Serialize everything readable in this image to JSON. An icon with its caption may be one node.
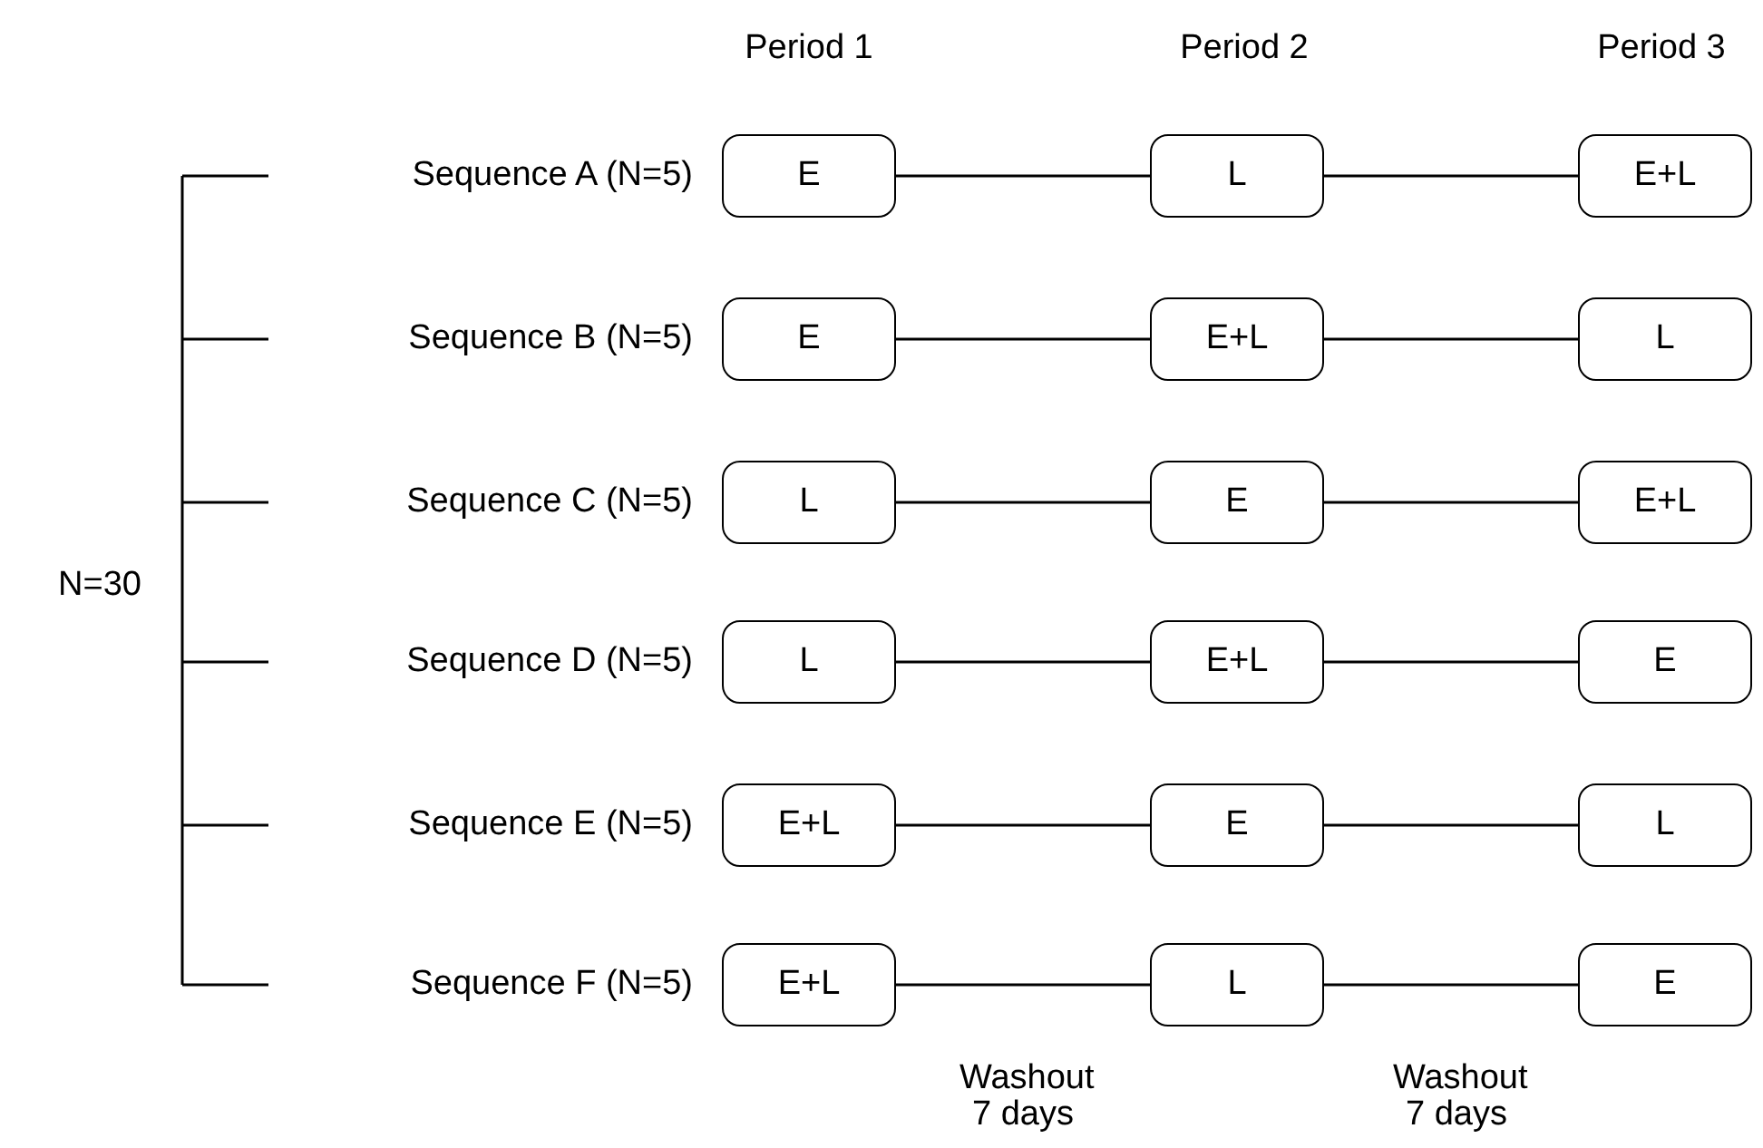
{
  "diagram": {
    "nodes": [
      {
        "text": [
          "N=30"
        ]
      },
      {
        "text": [
          "Sequence A (N=5)"
        ]
      },
      {
        "text": [
          "E"
        ]
      },
      {
        "text": [
          "L"
        ]
      },
      {
        "text": [
          "E+L"
        ]
      },
      {
        "text": [
          "Sequence B (N=5)"
        ]
      },
      {
        "text": [
          "E"
        ]
      },
      {
        "text": [
          "E+L"
        ]
      },
      {
        "text": [
          "L"
        ]
      },
      {
        "text": [
          "Sequence C (N=5)"
        ]
      },
      {
        "text": [
          "L"
        ]
      },
      {
        "text": [
          "E"
        ]
      },
      {
        "text": [
          "E+L"
        ]
      },
      {
        "text": [
          "Sequence D (N=5)"
        ]
      },
      {
        "text": [
          "L"
        ]
      },
      {
        "text": [
          "E+L"
        ]
      },
      {
        "text": [
          "E"
        ]
      },
      {
        "text": [
          "Sequence E (N=5)"
        ]
      },
      {
        "text": [
          "E+L"
        ]
      },
      {
        "text": [
          "E"
        ]
      },
      {
        "text": [
          "L"
        ]
      },
      {
        "text": [
          "Sequence F (N=5)"
        ]
      },
      {
        "text": [
          "E+L"
        ]
      },
      {
        "text": [
          "L"
        ]
      },
      {
        "text": [
          "E"
        ]
      }
    ],
    "edges": [
      {
        "from": 2,
        "to": 3,
        "arrow": "none"
      },
      {
        "from": 3,
        "to": 4,
        "arrow": "none"
      },
      {
        "from": 6,
        "to": 7,
        "arrow": "none"
      },
      {
        "from": 7,
        "to": 8,
        "arrow": "none"
      },
      {
        "from": 10,
        "to": 11,
        "arrow": "none"
      },
      {
        "from": 11,
        "to": 12,
        "arrow": "none"
      },
      {
        "from": 14,
        "to": 15,
        "arrow": "none"
      },
      {
        "from": 15,
        "to": 16,
        "arrow": "none"
      },
      {
        "from": 18,
        "to": 19,
        "arrow": "none"
      },
      {
        "from": 19,
        "to": 20,
        "arrow": "none"
      },
      {
        "from": 22,
        "to": 23,
        "arrow": "none"
      },
      {
        "from": 23,
        "to": 24,
        "arrow": "none"
      }
    ],
    "labels": [
      "Period 1",
      "Period 2",
      "Period 3",
      "Washout 7 days",
      "Washout 7 days"
    ]
  }
}
